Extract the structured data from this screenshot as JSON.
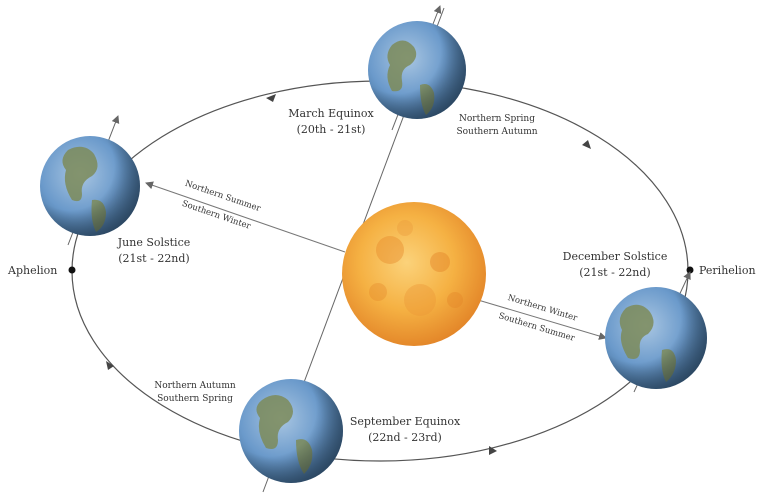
{
  "diagram": {
    "colors": {
      "orbit": "#555555",
      "axis": "#666666",
      "text": "#333333",
      "sun_core": "#f6b446",
      "sun_edge": "#e7892b",
      "ocean": "#5d8fbf",
      "land": "#7c8a5a"
    },
    "march_equinox": {
      "title": "March Equinox",
      "dates": "(20th - 21st)",
      "season_north": "Northern Spring",
      "season_south": "Southern Autumn"
    },
    "june_solstice": {
      "title": "June Solstice",
      "dates": "(21st - 22nd)",
      "season_north": "Northern Summer",
      "season_south": "Southern Winter"
    },
    "september_equinox": {
      "title": "September Equinox",
      "dates": "(22nd - 23rd)",
      "season_north": "Northern Autumn",
      "season_south": "Southern Spring"
    },
    "december_solstice": {
      "title": "December Solstice",
      "dates": "(21st - 22nd)",
      "season_north": "Northern Winter",
      "season_south": "Southern Summer"
    },
    "aphelion": "Aphelion",
    "perihelion": "Perihelion",
    "icons": {
      "sun": "sun-icon",
      "earth": "earth-globe-icon",
      "arrow": "orbit-direction-arrow-icon"
    }
  }
}
